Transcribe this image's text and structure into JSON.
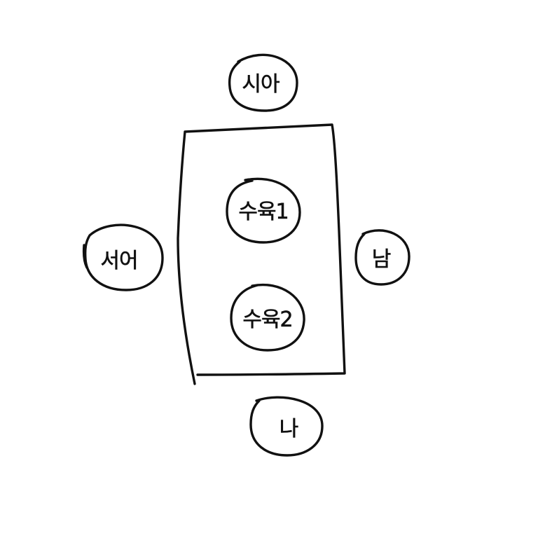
{
  "seats": {
    "top": "시아",
    "left": "서어",
    "right": "남",
    "bottom": "나"
  },
  "table": {
    "dish_1": "수육1",
    "dish_2": "수육2"
  }
}
